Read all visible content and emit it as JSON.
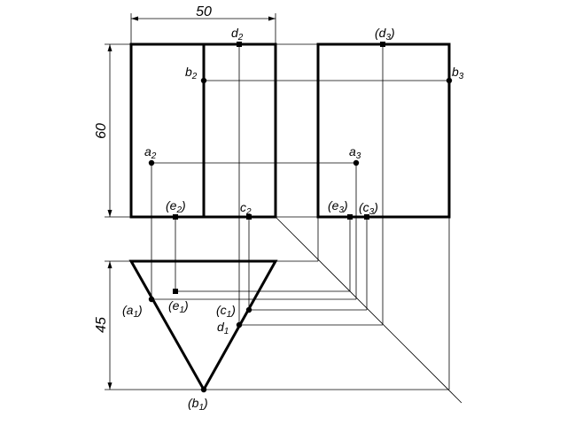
{
  "dimensions": {
    "width_label": "50",
    "height_label": "60",
    "depth_label": "45"
  },
  "labels": {
    "d2": {
      "base": "d",
      "sub": "2",
      "pre": "",
      "post": ""
    },
    "b2": {
      "base": "b",
      "sub": "2",
      "pre": "",
      "post": ""
    },
    "a2": {
      "base": "a",
      "sub": "2",
      "pre": "",
      "post": ""
    },
    "e2": {
      "base": "e",
      "sub": "2",
      "pre": "(",
      "post": ")"
    },
    "c2": {
      "base": "c",
      "sub": "2",
      "pre": "",
      "post": ""
    },
    "d3": {
      "base": "d",
      "sub": "3",
      "pre": "(",
      "post": ")"
    },
    "b3": {
      "base": "b",
      "sub": "3",
      "pre": "",
      "post": ""
    },
    "a3": {
      "base": "a",
      "sub": "3",
      "pre": "",
      "post": ""
    },
    "e3": {
      "base": "e",
      "sub": "3",
      "pre": "(",
      "post": ")"
    },
    "c3": {
      "base": "c",
      "sub": "3",
      "pre": "(",
      "post": ")"
    },
    "a1": {
      "base": "a",
      "sub": "1",
      "pre": "(",
      "post": ")"
    },
    "e1": {
      "base": "e",
      "sub": "1",
      "pre": "(",
      "post": ")"
    },
    "c1": {
      "base": "c",
      "sub": "1",
      "pre": "(",
      "post": ")"
    },
    "d1": {
      "base": "d",
      "sub": "1",
      "pre": "",
      "post": ""
    },
    "b1": {
      "base": "b",
      "sub": "1",
      "pre": "(",
      "post": ")"
    }
  }
}
